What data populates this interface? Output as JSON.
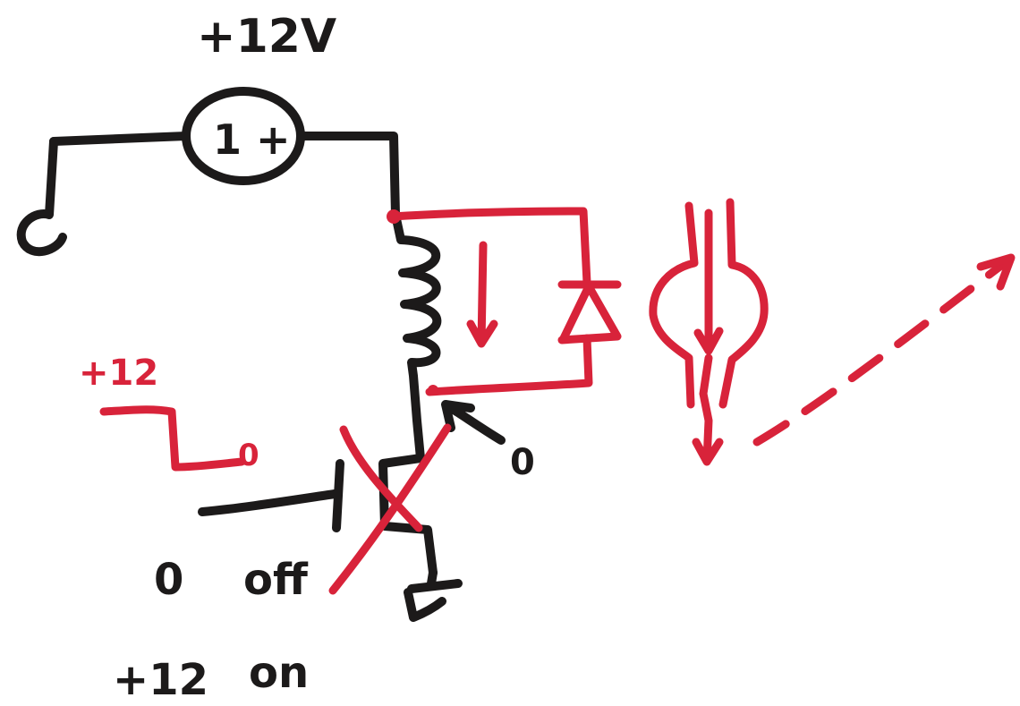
{
  "colors": {
    "black_ink": "#1c1a1a",
    "red_ink": "#d8233a",
    "paper": "#ffffff"
  },
  "labels": {
    "supply_voltage": "+12V",
    "source_marking": "1 +",
    "input_high_red": "+12",
    "input_low_red": "0",
    "switch_node_low": "0",
    "truth_row_1_in": "0",
    "truth_row_1_state": "off",
    "truth_row_2_in": "+12",
    "truth_row_2_state": "on"
  }
}
